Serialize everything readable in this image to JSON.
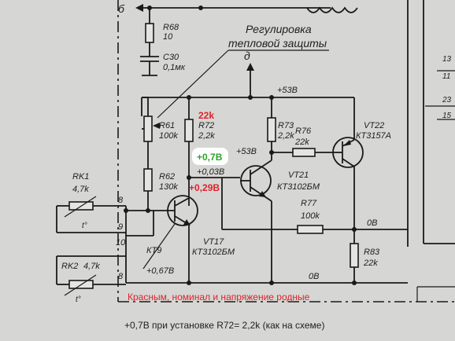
{
  "title_lines": [
    "Регулировка",
    "тепловой защиты"
  ],
  "node_labels": {
    "b": "б",
    "d": "д",
    "plus53": "+53В",
    "plus53_small": "+53В",
    "zero_a": "0В",
    "zero_b": "0В"
  },
  "components": {
    "r68": {
      "name": "R68",
      "value": "10"
    },
    "c30": {
      "name": "C30",
      "value": "0,1мк"
    },
    "r61": {
      "name": "R61",
      "value": "100k"
    },
    "r72": {
      "name": "R72",
      "value": "2,2k"
    },
    "r73": {
      "name": "R73",
      "value": "2,2k"
    },
    "r76": {
      "name": "R76",
      "value": "22k"
    },
    "vt22": {
      "name": "VT22",
      "value": "КТ3157А"
    },
    "r62": {
      "name": "R62",
      "value": "130k"
    },
    "vt21": {
      "name": "VT21",
      "value": "КТ3102БМ"
    },
    "r77": {
      "name": "R77",
      "value": "100k"
    },
    "vt17": {
      "name": "VT17",
      "value": "КТ3102БМ"
    },
    "r83": {
      "name": "R83",
      "value": "22k"
    },
    "rk1": {
      "name": "RK1",
      "value": "4,7k",
      "sym": "t°"
    },
    "rk2": {
      "name": "RK2",
      "value": "4,7k",
      "sym": "t°"
    },
    "kt9": "КТ9"
  },
  "connector_pins": [
    "8",
    "9",
    "10",
    "8"
  ],
  "voltages": {
    "v003": "+0,03В",
    "v067": "+0,67В"
  },
  "annotations": {
    "r72_red": "22k",
    "green_badge": "+0,7В",
    "red_029": "+0,29В",
    "red_note": "Красным, номинал и напряжение родные",
    "caption": "+0,7В при установке R72= 2,2k (как на схеме)"
  },
  "edge_fragments": [
    "13",
    "11",
    "23",
    "15"
  ],
  "colors": {
    "red": "#e0222a",
    "green": "#2aa42a",
    "paper": "#d6d6d4",
    "ink": "#1a1a1a"
  }
}
